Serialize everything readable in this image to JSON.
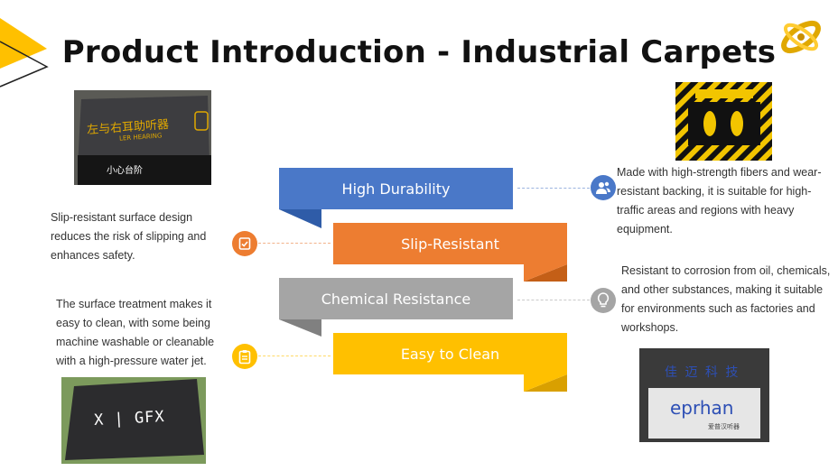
{
  "title": "Product Introduction - Industrial Carpets",
  "bands": [
    {
      "label": "High Durability",
      "color": "#4a78c8"
    },
    {
      "label": "Slip-Resistant",
      "color": "#ed7d31"
    },
    {
      "label": "Chemical Resistance",
      "color": "#a5a5a5"
    },
    {
      "label": "Easy to Clean",
      "color": "#ffc000"
    }
  ],
  "descriptions": {
    "durability": "Made with high-strength fibers and wear-resistant backing, it is suitable for high-traffic areas and regions with heavy equipment.",
    "slip": "Slip-resistant surface design reduces the risk of slipping and enhances safety.",
    "chemical": "Resistant to corrosion from oil, chemicals, and other substances, making it suitable for environments such as factories and workshops.",
    "clean": "The surface treatment makes it easy to clean, with some being machine washable or cleanable with a high-pressure water jet."
  },
  "icons": {
    "durability": "users-icon",
    "slip": "shield-check-icon",
    "chemical": "lightbulb-icon",
    "clean": "clipboard-icon"
  },
  "photos": {
    "mat1_top": "左与右耳助听器",
    "mat1_brand": "LER HEARING",
    "mat1_bottom": "小心台阶",
    "mat3_brand": "X | GFX",
    "mat4_top": "佳 迈 科 技",
    "mat4_brand": "eprhan",
    "mat4_sub": "爱普汉听器"
  },
  "colors": {
    "accent_yellow": "#ffc000",
    "blue": "#4a78c8",
    "orange": "#ed7d31",
    "gray": "#a5a5a5"
  }
}
